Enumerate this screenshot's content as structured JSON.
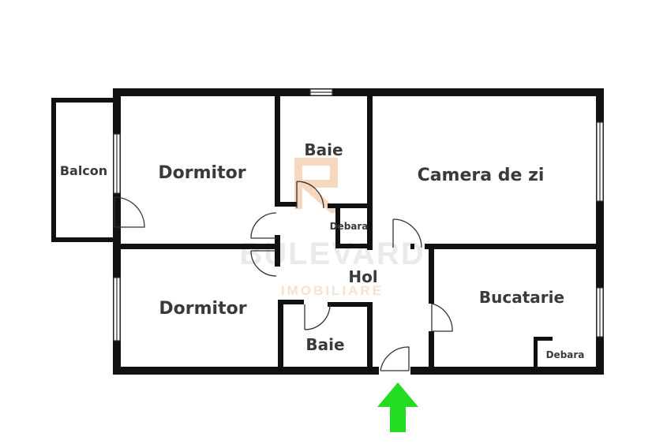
{
  "floor_plan": {
    "rooms": {
      "balcon": "Balcon",
      "dormitor_top": "Dormitor",
      "baie_top": "Baie",
      "camera": "Camera de zi",
      "debara_center": "Debara",
      "hol": "Hol",
      "dormitor_bottom": "Dormitor",
      "baie_bottom": "Baie",
      "bucatarie": "Bucatarie",
      "debara_kitchen": "Debara"
    },
    "entrance_arrow_color": "#22dd22",
    "wall_color": "#111111"
  },
  "watermark": {
    "brand": "BULEVARD",
    "tagline": "IMOBILIARE",
    "color": "#f2c9a8"
  }
}
